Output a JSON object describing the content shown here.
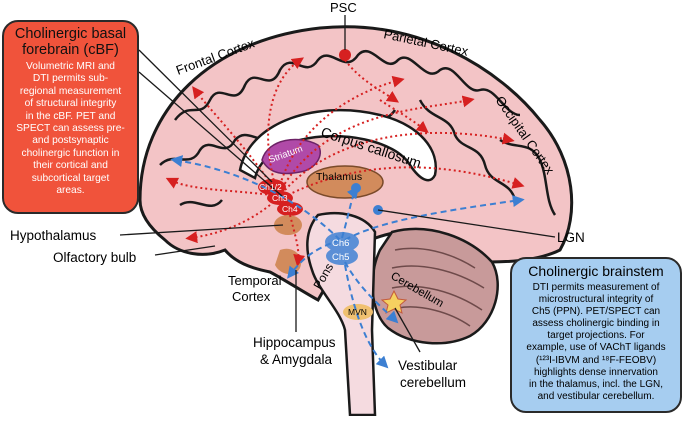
{
  "labels": {
    "psc": "PSC",
    "frontal_cortex": "Frontal Cortex",
    "parietal_cortex": "Parietal Cortex",
    "occipital_cortex": "Occipital Cortex",
    "corpus_callosum": "Corpus callosum",
    "striatum": "Striatum",
    "thalamus": "Thalamus",
    "ch12": "Ch1/2",
    "ch3": "Ch3",
    "ch4": "Ch4",
    "hypothalamus": "Hypothalamus",
    "olfactory_bulb": "Olfactory bulb",
    "lgn": "LGN",
    "ch6": "Ch6",
    "ch5": "Ch5",
    "cerebellum": "Cerebellum",
    "temporal_cortex_1": "Temporal",
    "temporal_cortex_2": "Cortex",
    "pons": "Pons",
    "mvn": "MVN",
    "hippocampus_1": "Hippocampus",
    "hippocampus_2": "& Amygdala",
    "vestibular_1": "Vestibular",
    "vestibular_2": "cerebellum"
  },
  "cbf_box": {
    "title_1": "Cholinergic basal",
    "title_2": "forebrain (cBF)",
    "body": [
      "Volumetric MRI and",
      "DTI permits sub-",
      "regional measurement",
      "of structural integrity",
      "in the cBF. PET and",
      "SPECT can assess pre-",
      "and postsynaptic",
      "cholinergic function in",
      "their cortical and",
      "subcortical target",
      "areas."
    ]
  },
  "brainstem_box": {
    "title": "Cholinergic brainstem",
    "body": [
      "DTI permits measurement of",
      "microstructural integrity of",
      "Ch5 (PPN). PET/SPECT can",
      "assess cholinergic binding in",
      "target projections. For",
      "example, use of VAChT ligands",
      "(¹²³I-IBVM and ¹⁸F-FEOBV)",
      "highlights dense innervation",
      "in the thalamus, incl. the LGN,",
      "and vestibular cerebellum."
    ]
  },
  "colors": {
    "cortex_fill": "#f3c4c6",
    "cbf_box": "#f0533b",
    "brainstem_box": "#a6cdf0",
    "cbf_projection": "#d62020",
    "brainstem_projection": "#3c7fd2",
    "striatum": "#b04aa8",
    "thalamus": "#d28b5c",
    "brainstem_nuclei": "#5b8fd6",
    "cerebellum": "#c89a9a"
  }
}
